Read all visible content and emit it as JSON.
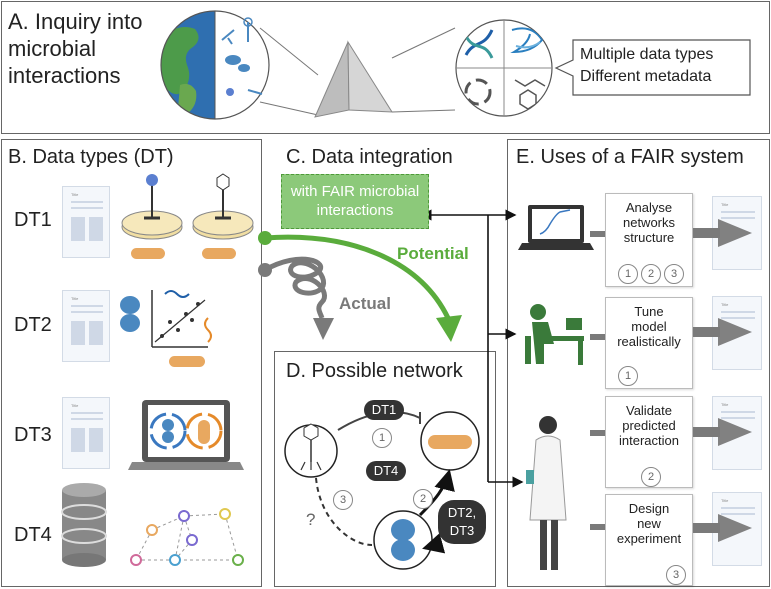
{
  "panel_a": {
    "heading": "A. Inquiry into\nmicrobial\ninteractions",
    "data_types_note": "Multiple data types\nDifferent metadata"
  },
  "panel_b": {
    "heading": "B. Data types (DT)",
    "rows": [
      {
        "label": "DT1"
      },
      {
        "label": "DT2"
      },
      {
        "label": "DT3"
      },
      {
        "label": "DT4"
      }
    ],
    "doc_title": "Title"
  },
  "panel_c": {
    "heading": "C. Data integration",
    "fair_box": "with FAIR microbial\ninteractions",
    "potential_label": "Potential",
    "actual_label": "Actual"
  },
  "panel_d": {
    "heading": "D. Possible network",
    "pill_dt1": "DT1",
    "pill_dt4": "DT4",
    "pill_dt23": "DT2,\nDT3",
    "badge_1": "1",
    "badge_2": "2",
    "badge_3": "3",
    "question": "?"
  },
  "panel_e": {
    "heading": "E. Uses of a FAIR system",
    "tasks": [
      {
        "text": "Analyse\nnetworks\nstructure",
        "badges": [
          "1",
          "2",
          "3"
        ]
      },
      {
        "text": "Tune\nmodel\nrealistically",
        "badges": [
          "1"
        ]
      },
      {
        "text": "Validate\npredicted\ninteraction",
        "badges": [
          "2"
        ]
      },
      {
        "text": "Design\nnew\nexperiment",
        "badges": [
          "3"
        ]
      }
    ]
  },
  "colors": {
    "green": "#5aac3c",
    "green_box": "#8cc97a",
    "gray_arrow": "#7a7a7a",
    "dark_pill": "#333333",
    "dna_blue": "#1f5fa8",
    "dna_orange": "#e58a2a",
    "bacteria_orange": "#e8a860",
    "bacteria_blue": "#4a88c0",
    "petri": "#f1dea2"
  }
}
